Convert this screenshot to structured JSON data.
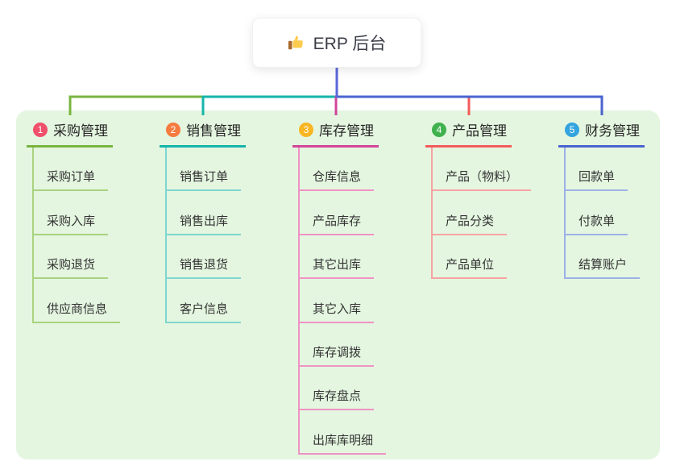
{
  "root": {
    "label": "ERP 后台",
    "icon": "thumbs-up-icon",
    "line_color": "#5a68d8"
  },
  "panel": {
    "background": "#e4f6e0"
  },
  "branches": [
    {
      "badge": "1",
      "badge_color": "#f0506b",
      "label": "采购管理",
      "color": "#79b43f",
      "light_color": "#a9d27f",
      "items": [
        "采购订单",
        "采购入库",
        "采购退货",
        "供应商信息"
      ]
    },
    {
      "badge": "2",
      "badge_color": "#f67c40",
      "label": "销售管理",
      "color": "#14b5aa",
      "light_color": "#7fd6cf",
      "items": [
        "销售订单",
        "销售出库",
        "销售退货",
        "客户信息"
      ]
    },
    {
      "badge": "3",
      "badge_color": "#f9b623",
      "label": "库存管理",
      "color": "#d2469a",
      "light_color": "#ef93c4",
      "items": [
        "仓库信息",
        "产品库存",
        "其它出库",
        "其它入库",
        "库存调拨",
        "库存盘点",
        "出库库明细"
      ]
    },
    {
      "badge": "4",
      "badge_color": "#3fb14d",
      "label": "产品管理",
      "color": "#f45b5b",
      "light_color": "#f8a3a3",
      "items": [
        "产品（物料）",
        "产品分类",
        "产品单位"
      ]
    },
    {
      "badge": "5",
      "badge_color": "#33a4df",
      "label": "财务管理",
      "color": "#4a63ce",
      "light_color": "#9db1e6",
      "items": [
        "回款单",
        "付款单",
        "结算账户"
      ]
    }
  ]
}
